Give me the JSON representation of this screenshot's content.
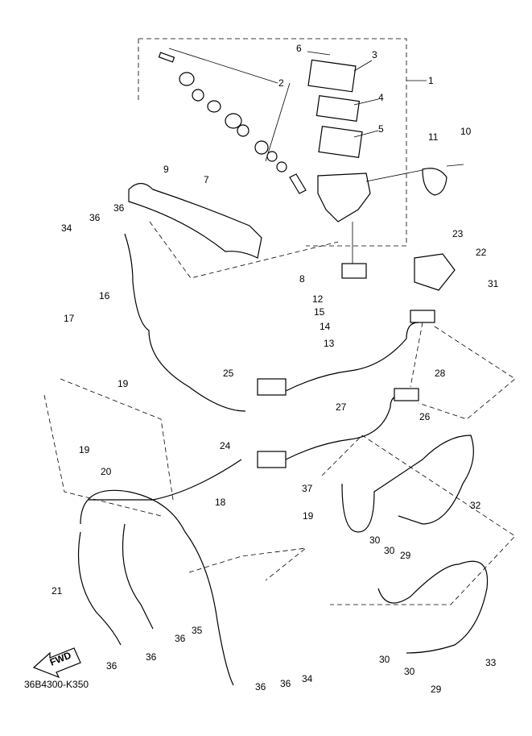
{
  "diagram": {
    "part_code": "36B4300-K350",
    "fwd_label": "FWD",
    "callouts": [
      "1",
      "2",
      "3",
      "4",
      "5",
      "6",
      "7",
      "8",
      "9",
      "10",
      "11",
      "12",
      "13",
      "14",
      "15",
      "16",
      "17",
      "18",
      "19",
      "19",
      "19",
      "20",
      "21",
      "22",
      "23",
      "24",
      "25",
      "26",
      "27",
      "28",
      "29",
      "29",
      "30",
      "30",
      "30",
      "30",
      "31",
      "32",
      "33",
      "34",
      "34",
      "35",
      "36",
      "36",
      "36",
      "36",
      "36",
      "36",
      "36",
      "37"
    ]
  }
}
